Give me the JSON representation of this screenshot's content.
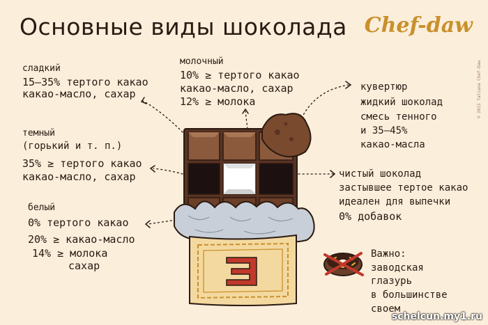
{
  "title": "Основные виды шоколада",
  "logo": "Chef-daw",
  "copyright": "© 2013 Tatiana Chef-Daw",
  "sweet": {
    "heading": "сладкий",
    "line1": "15—35% тертого какао",
    "line2": "какао-масло, сахар"
  },
  "milk": {
    "heading": "молочный",
    "line1": "10% ≥ тертого какао",
    "line2": "какао-масло, сахар",
    "line3": "12% ≥ молока"
  },
  "couverture": {
    "line1": "кувертюр",
    "line2": "жидкий шоколад",
    "line3": "смесь тенного",
    "line4": "и 35—45%",
    "line5": "какао-масла"
  },
  "dark": {
    "heading": "темный",
    "line1": "(горький и т. п.)",
    "line2": "35% ≥ тертого какао",
    "line3": "какао-масло, сахар"
  },
  "pure": {
    "line1": "чистый шоколад",
    "line2": "застывшее тертое какао",
    "line3": "идеален для выпечки",
    "line4": "0% добавок"
  },
  "white": {
    "heading": "белый",
    "line1": "0% тертого какао",
    "line2": "20% ≥ какао-масло",
    "line3": "14% ≥ молока",
    "line4": "сахар"
  },
  "note": {
    "line1": "Важно:",
    "line2": "заводская",
    "line3": "глазурь",
    "line4": "в большинстве",
    "line5": "своем"
  },
  "watermark": "schelcun.my1.ru",
  "colors": {
    "background": "#fbeedb",
    "milk_chocolate": "#8b5a3c",
    "dark_chocolate": "#1c1010",
    "white_chocolate": "#ffffff",
    "wrapper": "#f3d9a0",
    "foil": "#c8cfd8",
    "accent": "#c9902c"
  }
}
